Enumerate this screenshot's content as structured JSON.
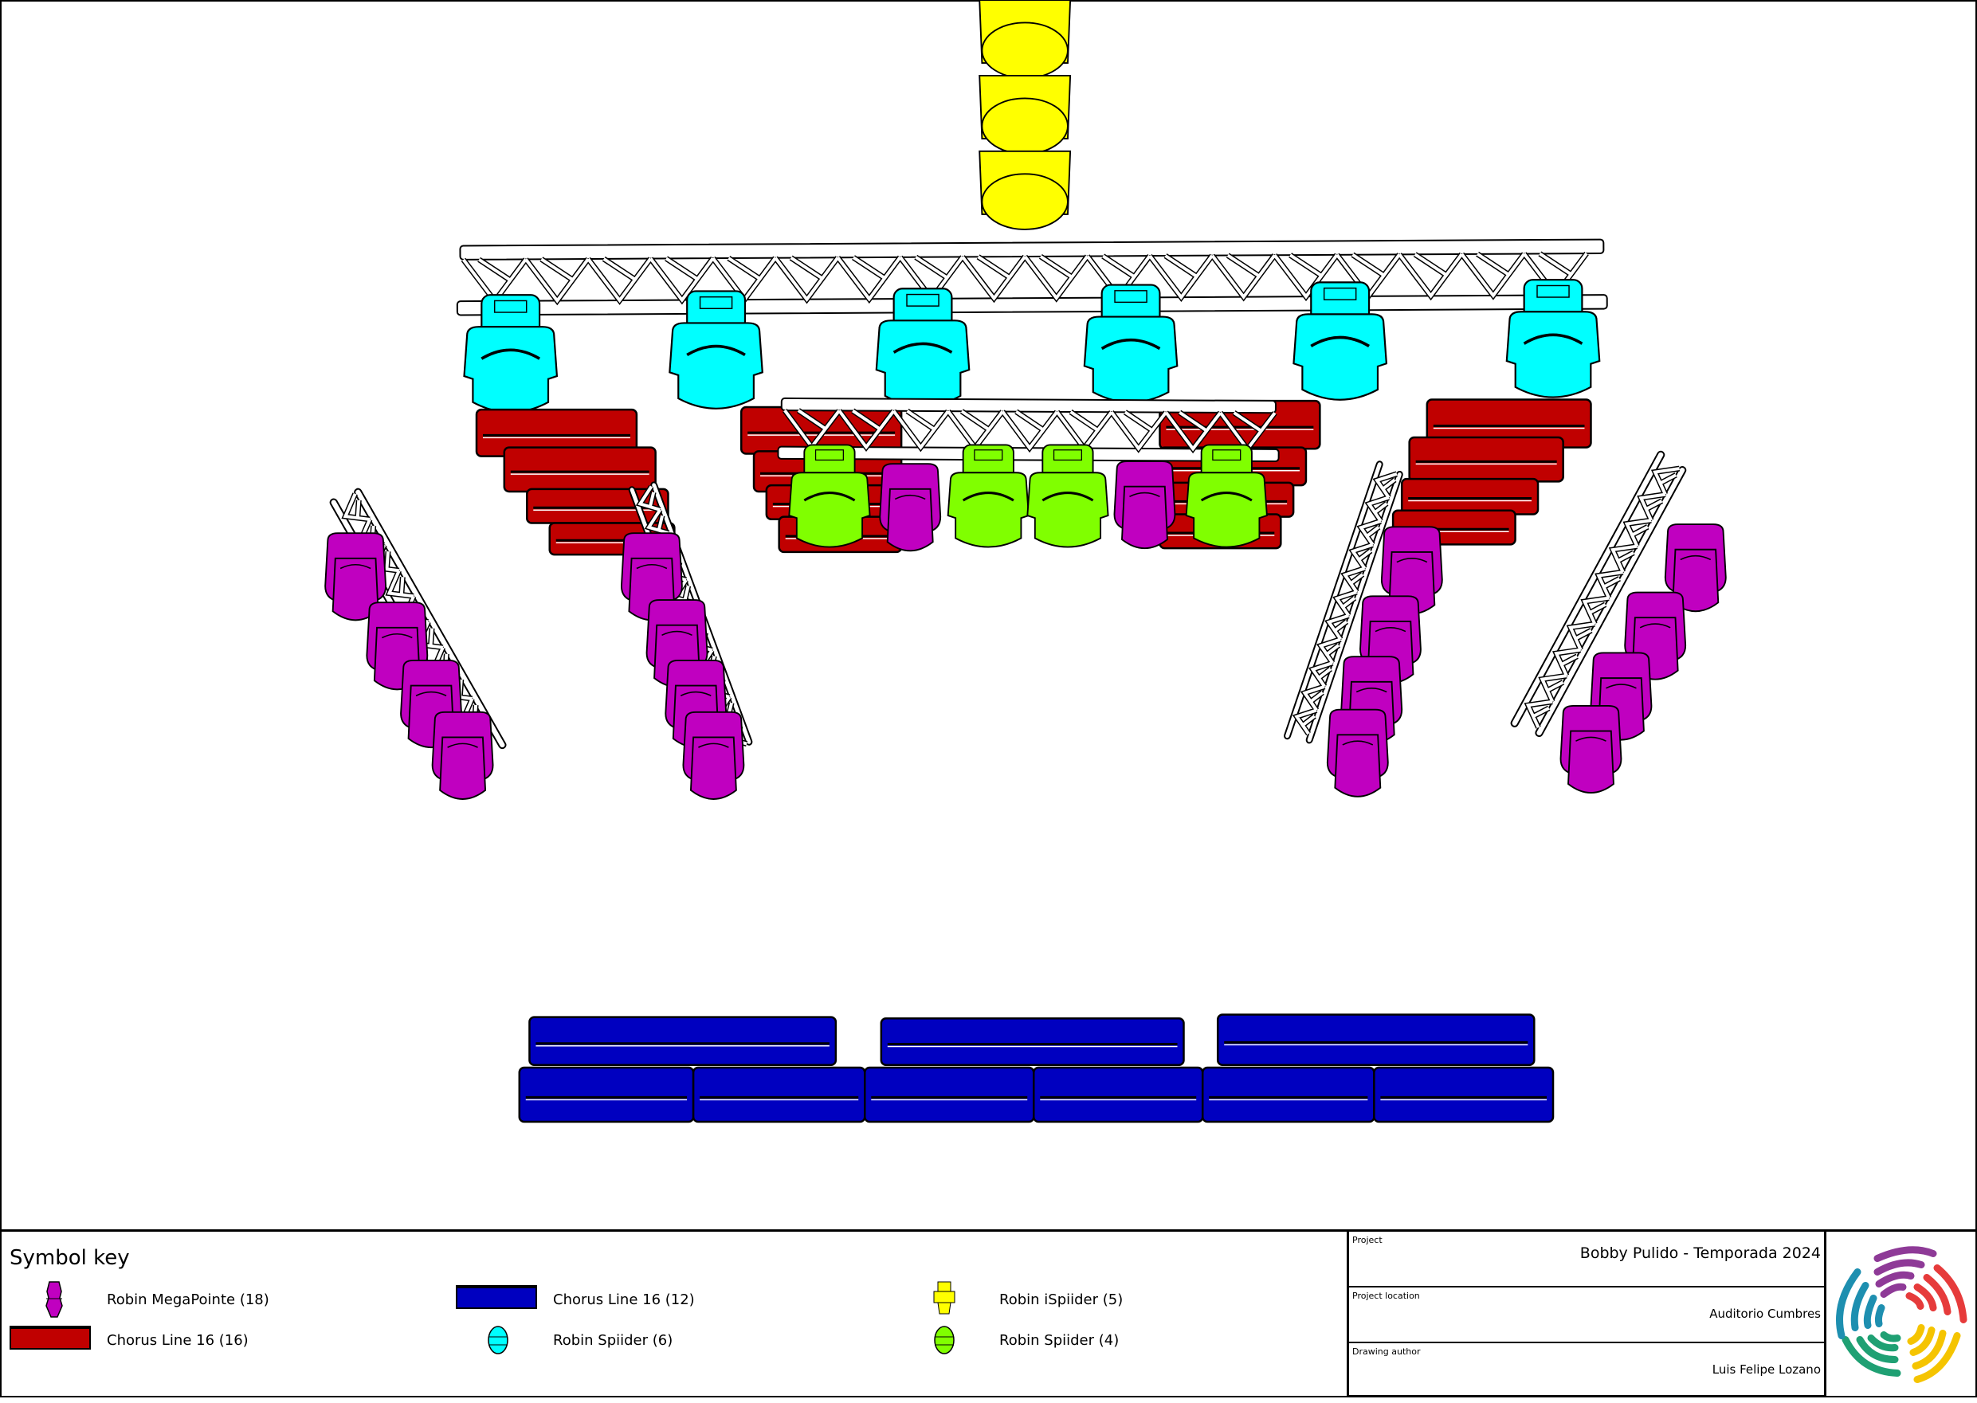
{
  "legend": {
    "title": "Symbol key",
    "items": [
      {
        "label": "Robin MegaPointe (18)",
        "color": "#c000c0",
        "icon": "moving-head-icon"
      },
      {
        "label": "Chorus Line 16 (16)",
        "color": "#c00000",
        "icon": "chorus-line-icon"
      },
      {
        "label": "Chorus Line 16 (12)",
        "color": "#0000c0",
        "icon": "chorus-line-icon"
      },
      {
        "label": "Robin Spiider (6)",
        "color": "#00ffff",
        "icon": "spiider-icon"
      },
      {
        "label": "Robin iSpiider (5)",
        "color": "#ffff00",
        "icon": "ispiider-icon"
      },
      {
        "label": "Robin Spiider (4)",
        "color": "#80ff00",
        "icon": "spiider-icon"
      }
    ]
  },
  "title_block": {
    "project_label": "Project",
    "project": "Bobby Pulido - Temporada 2024",
    "location_label": "Project location",
    "location": "Auditorio Cumbres",
    "author_label": "Drawing author",
    "author": "Luis Felipe Lozano"
  },
  "colors": {
    "magenta": "#c000c0",
    "red": "#c00000",
    "blue": "#0000c0",
    "cyan": "#00ffff",
    "yellow": "#ffff00",
    "green": "#80ff00"
  }
}
